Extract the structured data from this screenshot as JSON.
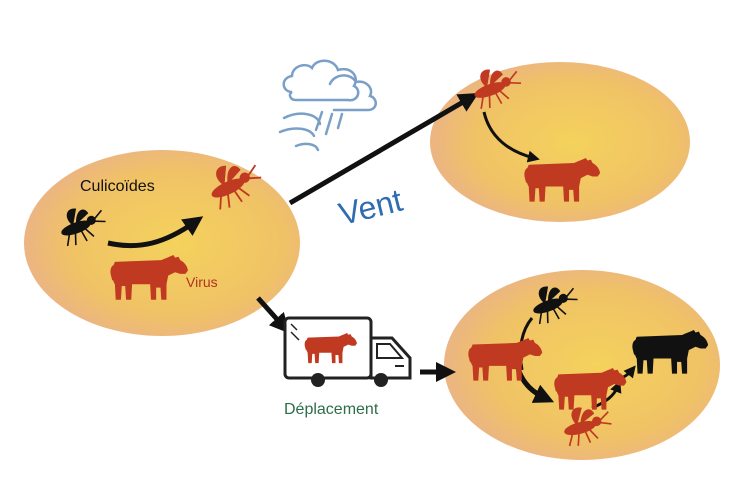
{
  "labels": {
    "culicoides": "Culicoïdes",
    "virus": "Virus",
    "vent": "Vent",
    "deplacement": "Déplacement"
  },
  "colors": {
    "ellipse_inner": "#f2cc58",
    "ellipse_outer": "#ebb48a",
    "animal_red": "#c03a22",
    "animal_black": "#111111",
    "vent_text": "#2f6db0",
    "virus_text": "#b0341e",
    "deplacement_text": "#2c6e48",
    "cloud": "#7aa0c8"
  },
  "icons": [
    "midge-icon",
    "infected-midge-icon",
    "cow-icon",
    "cloud-wind-icon",
    "truck-icon"
  ]
}
